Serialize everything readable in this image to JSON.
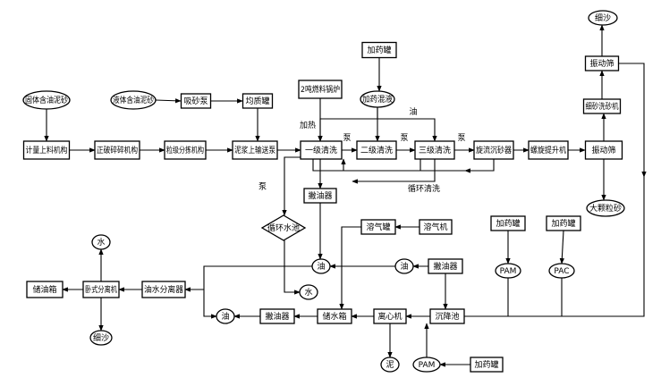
{
  "nodes": [
    {
      "id": "solid-sludge",
      "label": "固体含油泥砂"
    },
    {
      "id": "liquid-sludge",
      "label": "液体含油泥砂"
    },
    {
      "id": "sand-pump",
      "label": "吸砂泵"
    },
    {
      "id": "homogenizer-tank",
      "label": "均质罐"
    },
    {
      "id": "metering-feeder",
      "label": "计量上料机构"
    },
    {
      "id": "crusher",
      "label": "正破碎碎机构"
    },
    {
      "id": "sorting-mechanism",
      "label": "粒级分拣机构"
    },
    {
      "id": "slurry-pump",
      "label": "泥浆上输送泵"
    },
    {
      "id": "boiler",
      "label": "2吨燃料锅炉"
    },
    {
      "id": "primary-wash",
      "label": "一级清洗"
    },
    {
      "id": "dosing-tank-top",
      "label": "加药罐"
    },
    {
      "id": "dosing-stir",
      "label": "加药混液"
    },
    {
      "id": "secondary-wash",
      "label": "二级清洗"
    },
    {
      "id": "tertiary-wash",
      "label": "三级清洗"
    },
    {
      "id": "cyclone-settler",
      "label": "旋流沉砂器"
    },
    {
      "id": "spiral-lifter",
      "label": "螺旋提升机"
    },
    {
      "id": "vibrating-screen-bottom",
      "label": "振动筛"
    },
    {
      "id": "coarse-sand",
      "label": "大颗粒砂"
    },
    {
      "id": "sand-washer",
      "label": "细砂洗砂机"
    },
    {
      "id": "vibrating-screen-top",
      "label": "振动筛"
    },
    {
      "id": "fine-sand-top",
      "label": "细沙"
    },
    {
      "id": "oil-skimmer-upper",
      "label": "撇油器"
    },
    {
      "id": "recirculating-water",
      "label": "循环水池"
    },
    {
      "id": "air-flotation-tank",
      "label": "溶气罐"
    },
    {
      "id": "air-flotation-machine",
      "label": "溶气机"
    },
    {
      "id": "dosing-tank-pam",
      "label": "加药罐"
    },
    {
      "id": "dosing-tank-pac",
      "label": "加药罐"
    },
    {
      "id": "pam-upper",
      "label": "PAM"
    },
    {
      "id": "pac",
      "label": "PAC"
    },
    {
      "id": "oil-mid-left",
      "label": "油"
    },
    {
      "id": "oil-mid-right",
      "label": "油"
    },
    {
      "id": "oil-skimmer-right",
      "label": "撇油器"
    },
    {
      "id": "water-mid",
      "label": "水"
    },
    {
      "id": "storage-tank",
      "label": "储油箱"
    },
    {
      "id": "decanter",
      "label": "卧式分离机"
    },
    {
      "id": "oil-water-separator",
      "label": "油水分离器"
    },
    {
      "id": "water-top",
      "label": "水"
    },
    {
      "id": "fine-sand-bottom",
      "label": "细沙"
    },
    {
      "id": "oil-bottom",
      "label": "油"
    },
    {
      "id": "oil-skimmer-lower",
      "label": "撇油器"
    },
    {
      "id": "water-storage",
      "label": "储水箱"
    },
    {
      "id": "centrifuge",
      "label": "离心机"
    },
    {
      "id": "sedimentation-tank",
      "label": "沉降池"
    },
    {
      "id": "sludge",
      "label": "泥"
    },
    {
      "id": "pam-lower",
      "label": "PAM"
    },
    {
      "id": "dosing-tank-bottom",
      "label": "加药罐"
    }
  ],
  "edge_labels": [
    {
      "id": "heat",
      "text": "加热"
    },
    {
      "id": "pump-a",
      "text": "泵"
    },
    {
      "id": "pump-b",
      "text": "泵"
    },
    {
      "id": "pump-c",
      "text": "泵"
    },
    {
      "id": "oil-top",
      "text": "油"
    },
    {
      "id": "cyclic-wash",
      "text": "循环清洗"
    },
    {
      "id": "pump-left",
      "text": "泵"
    }
  ]
}
